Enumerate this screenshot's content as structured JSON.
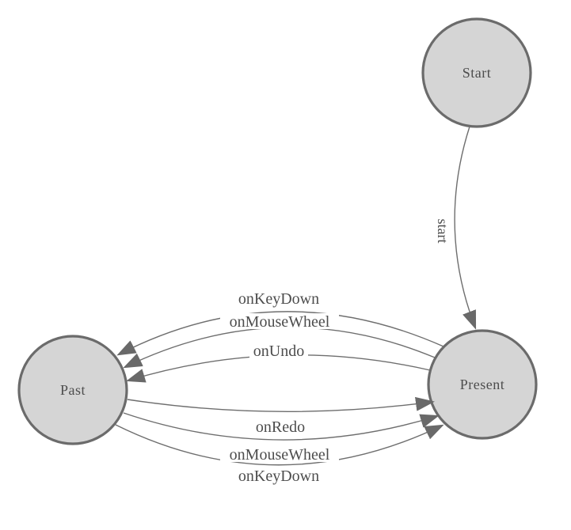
{
  "diagram": {
    "type": "state-machine",
    "colors": {
      "node_fill": "#d5d5d5",
      "node_stroke": "#6b6b6b",
      "wire_color": "#6e6e6e",
      "arrow_fill": "#696969",
      "text_color": "#4d4d4d",
      "canvas_bg": "#ffffff"
    },
    "nodes": [
      {
        "id": "start",
        "label": "Start"
      },
      {
        "id": "present",
        "label": "Present"
      },
      {
        "id": "past",
        "label": "Past"
      }
    ],
    "edges": [
      {
        "from": "Start",
        "to": "Present",
        "label": "start",
        "label_rotation_deg": 90
      },
      {
        "from": "Present",
        "to": "Past",
        "label": "onKeyDown"
      },
      {
        "from": "Present",
        "to": "Past",
        "label": "onMouseWheel"
      },
      {
        "from": "Present",
        "to": "Past",
        "label": "onUndo"
      },
      {
        "from": "Past",
        "to": "Present",
        "label": "onRedo"
      },
      {
        "from": "Past",
        "to": "Present",
        "label": "onMouseWheel"
      },
      {
        "from": "Past",
        "to": "Present",
        "label": "onKeyDown"
      }
    ]
  }
}
